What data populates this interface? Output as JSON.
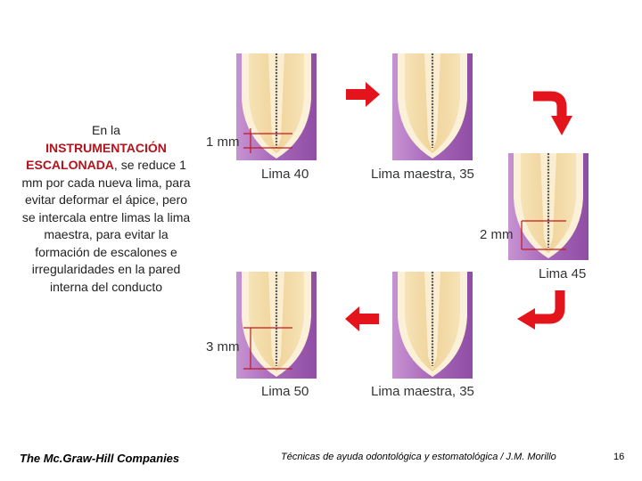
{
  "description": {
    "part1": "En la",
    "emphasis": "INSTRUMENTACIÓN ESCALONADA",
    "part2": ", se reduce 1 mm por cada nueva lima, para evitar deformar el ápice, pero se intercala entre limas la lima maestra, para evitar la formación de escalones e irregularidades en la pared interna del conducto"
  },
  "figure": {
    "panels": [
      {
        "label": "Lima 40",
        "measure": "1 mm"
      },
      {
        "label": "Lima maestra, 35",
        "measure": ""
      },
      {
        "label": "Lima 45",
        "measure": "2 mm"
      },
      {
        "label": "Lima 50",
        "measure": "3 mm"
      },
      {
        "label": "Lima maestra, 35",
        "measure": ""
      }
    ],
    "colors": {
      "purple": "#a766b8",
      "arrow": "#e3141c",
      "dentin": "#f3d9a2",
      "measure_line": "#c2181f"
    }
  },
  "footer": {
    "publisher": "The Mc.Graw-Hill Companies",
    "book": "Técnicas de ayuda odontológica y estomatológica / J.M. Morillo",
    "page": "16"
  }
}
